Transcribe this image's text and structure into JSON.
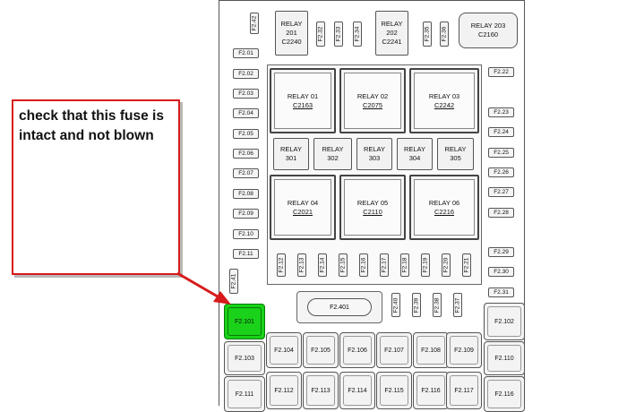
{
  "callout": {
    "text": "check that this fuse is intact and not blown"
  },
  "colors": {
    "highlight": "#19d219",
    "arrow": "#d71a1a"
  },
  "top_relays": [
    {
      "name": "RELAY\n201",
      "code": "C2240"
    },
    {
      "name": "RELAY\n202",
      "code": "C2241"
    },
    {
      "name": "RELAY 203",
      "code": "C2160"
    }
  ],
  "top_fuses": [
    "F2.42",
    "F2.32",
    "F2.33",
    "F2.34",
    "F2.35",
    "F2.36"
  ],
  "left_fuses": [
    "F2.01",
    "F2.02",
    "F2.03",
    "F2.04",
    "F2.05",
    "F2.06",
    "F2.07",
    "F2.08",
    "F2.09",
    "F2.10",
    "F2.11"
  ],
  "right_fuses": [
    "F2.22",
    "F2.23",
    "F2.24",
    "F2.25",
    "F2.26",
    "F2.27",
    "F2.28",
    "F2.29",
    "F2.30",
    "F2.31"
  ],
  "big_relays": [
    {
      "name": "RELAY 01",
      "code": "C2163"
    },
    {
      "name": "RELAY 02",
      "code": "C2075"
    },
    {
      "name": "RELAY 03",
      "code": "C2242"
    },
    {
      "name": "RELAY 04",
      "code": "C2021"
    },
    {
      "name": "RELAY 05",
      "code": "C2110"
    },
    {
      "name": "RELAY 06",
      "code": "C2216"
    }
  ],
  "small_relays": [
    {
      "name": "RELAY",
      "num": "301"
    },
    {
      "name": "RELAY",
      "num": "302"
    },
    {
      "name": "RELAY",
      "num": "303"
    },
    {
      "name": "RELAY",
      "num": "304"
    },
    {
      "name": "RELAY",
      "num": "305"
    }
  ],
  "mid_fuses": [
    "F2.12",
    "F2.13",
    "F2.14",
    "F2.15",
    "F2.16",
    "F2.17",
    "F2.18",
    "F2.19",
    "F2.20",
    "F2.21"
  ],
  "side_fuse": "F2.41",
  "lower_fuses": [
    "F2.40",
    "F2.39",
    "F2.38",
    "F2.37"
  ],
  "pill_fuse": "F2.401",
  "cells": {
    "highlighted": "F2.101",
    "right_col": [
      "F2.102",
      "F2.110",
      "F2.116"
    ],
    "left_col": [
      "F2.103",
      "F2.111"
    ],
    "row1": [
      "F2.104",
      "F2.105",
      "F2.106",
      "F2.107",
      "F2.108",
      "F2.109"
    ],
    "row2": [
      "F2.112",
      "F2.113",
      "F2.114",
      "F2.115",
      "F2.116",
      "F2.117"
    ]
  }
}
